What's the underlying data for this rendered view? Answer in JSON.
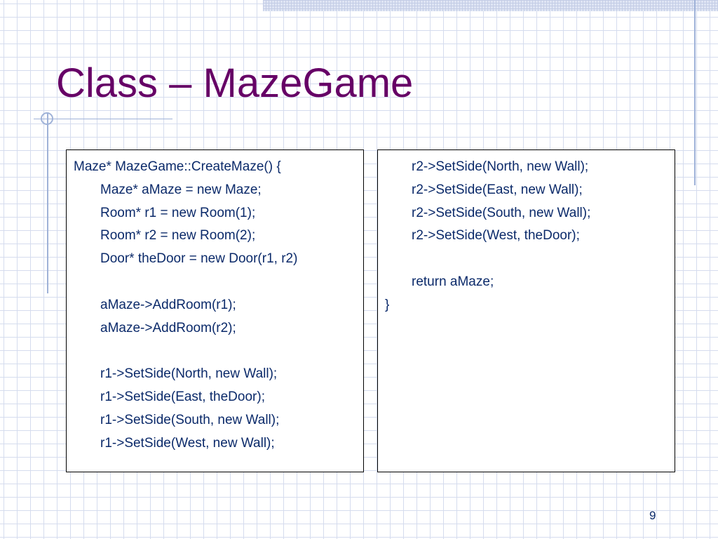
{
  "slide": {
    "title": "Class – MazeGame",
    "page_number": "9"
  },
  "left_code": [
    {
      "text": "Maze* MazeGame::CreateMaze() {",
      "indent": 0
    },
    {
      "text": "Maze* aMaze = new Maze;",
      "indent": 1
    },
    {
      "text": "Room* r1 = new Room(1);",
      "indent": 1
    },
    {
      "text": "Room* r2 = new Room(2);",
      "indent": 1
    },
    {
      "text": "Door* theDoor = new Door(r1, r2)",
      "indent": 1
    },
    {
      "text": "",
      "indent": 1
    },
    {
      "text": "aMaze->AddRoom(r1);",
      "indent": 1
    },
    {
      "text": "aMaze->AddRoom(r2);",
      "indent": 1
    },
    {
      "text": "",
      "indent": 1
    },
    {
      "text": "r1->SetSide(North, new Wall);",
      "indent": 1
    },
    {
      "text": "r1->SetSide(East, theDoor);",
      "indent": 1
    },
    {
      "text": "r1->SetSide(South, new Wall);",
      "indent": 1
    },
    {
      "text": "r1->SetSide(West, new Wall);",
      "indent": 1
    }
  ],
  "right_code": [
    {
      "text": "r2->SetSide(North, new Wall);",
      "indent": 1
    },
    {
      "text": "r2->SetSide(East, new Wall);",
      "indent": 1
    },
    {
      "text": "r2->SetSide(South, new Wall);",
      "indent": 1
    },
    {
      "text": "r2->SetSide(West, theDoor);",
      "indent": 1
    },
    {
      "text": "",
      "indent": 1
    },
    {
      "text": "return aMaze;",
      "indent": 1
    },
    {
      "text": "}",
      "indent": 0
    }
  ],
  "colors": {
    "title": "#660066",
    "code_text": "#0b2a6a",
    "grid": "#d5dcee",
    "accent_line": "#9fb2d8"
  }
}
